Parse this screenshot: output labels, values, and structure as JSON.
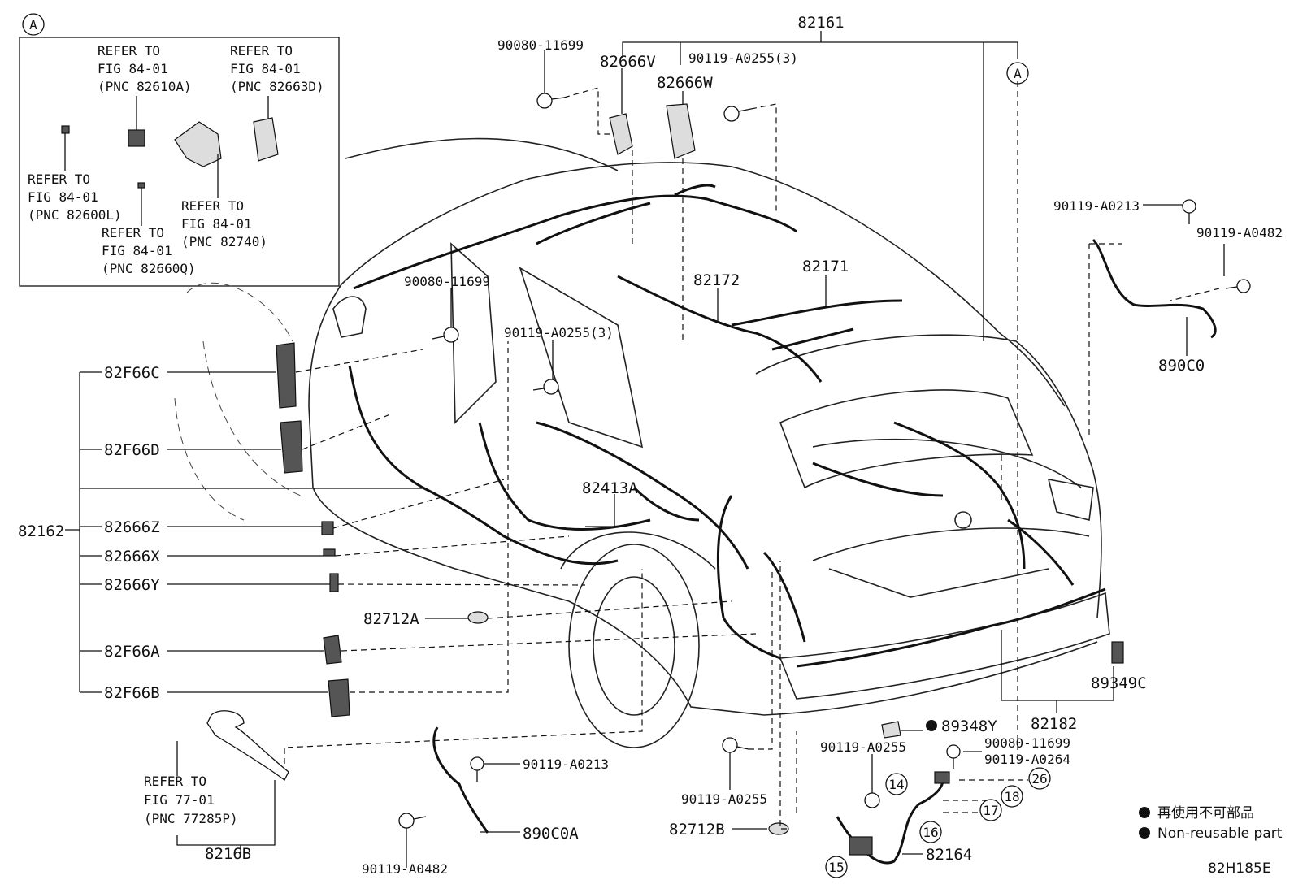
{
  "inset": {
    "marker": "A",
    "refers": [
      {
        "line1": "REFER TO",
        "line2": "FIG 84-01",
        "line3": "(PNC 82610A)"
      },
      {
        "line1": "REFER TO",
        "line2": "FIG 84-01",
        "line3": "(PNC 82663D)"
      },
      {
        "line1": "REFER TO",
        "line2": "FIG 84-01",
        "line3": "(PNC 82600L)"
      },
      {
        "line1": "REFER TO",
        "line2": "FIG 84-01",
        "line3": "(PNC 82740)"
      },
      {
        "line1": "REFER TO",
        "line2": "FIG 84-01",
        "line3": "(PNC 82660Q)"
      }
    ]
  },
  "labels": {
    "top_assembly": "82161",
    "marker_a": "A",
    "bolt_top_left": "90080-11699",
    "part_82666v": "82666V",
    "part_82666w": "82666W",
    "bolt_top_mid": "90119-A0255(3)",
    "bolt_right_top": "90119-A0213",
    "bolt_right_mid": "90119-A0482",
    "part_890c0": "890C0",
    "wire_82172": "82172",
    "wire_82171": "82171",
    "bolt_left_upper": "90080-11699",
    "bolt_center": "90119-A0255(3)",
    "part_82413a": "82413A",
    "group_82162": "82162",
    "part_82f66c": "82F66C",
    "part_82f66d": "82F66D",
    "part_82666z": "82666Z",
    "part_82666x": "82666X",
    "part_82666y": "82666Y",
    "part_82712a": "82712A",
    "part_82f66a": "82F66A",
    "part_82f66b": "82F66B",
    "part_89349c": "89349C",
    "wire_82182": "82182",
    "part_89348y": "89348Y",
    "bolt_bottom_right_a": "90119-A0255",
    "bolt_bottom_right_b1": "90080-11699",
    "bolt_bottom_right_b2": "90119-A0264",
    "refer_bottom_1": "REFER TO",
    "refer_bottom_2": "FIG 77-01",
    "refer_bottom_3": "(PNC 77285P)",
    "part_8216b": "8216B",
    "bolt_bottom_mid_a": "90119-A0213",
    "part_890c0a": "890C0A",
    "bolt_bottom_left": "90119-A0482",
    "bolt_bottom_center": "90119-A0255",
    "part_82712b": "82712B",
    "wire_82164": "82164",
    "callout_14": "14",
    "callout_15": "15",
    "callout_16": "16",
    "callout_17": "17",
    "callout_18": "18",
    "callout_26": "26"
  },
  "legend": {
    "jp": "再使用不可部品",
    "en": "Non-reusable part"
  },
  "figure_code": "82H185E"
}
